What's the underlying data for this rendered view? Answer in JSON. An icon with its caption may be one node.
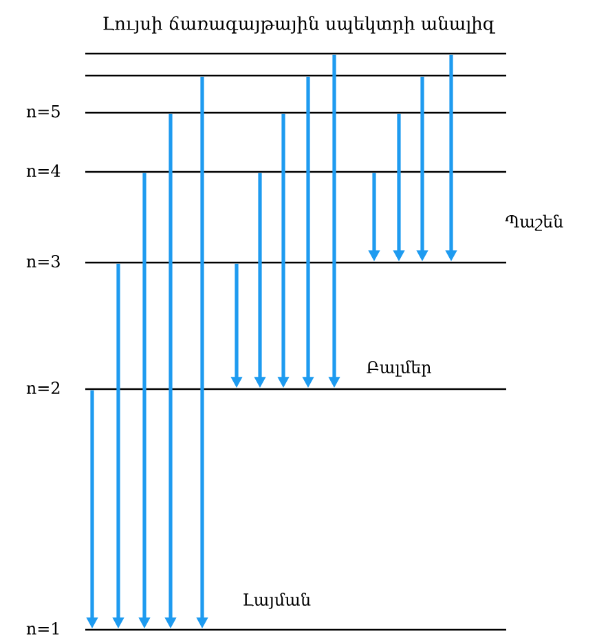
{
  "diagram": {
    "title": "Լույսի ճառագայթային սպեկտրի անալիզ",
    "nodes": [
      {
        "text": [],
        "shape": "bar"
      },
      {
        "text": [],
        "shape": "bar"
      },
      {
        "text": [
          "n=5"
        ]
      },
      {
        "text": [
          "n=4"
        ]
      },
      {
        "text": [
          "n=3"
        ]
      },
      {
        "text": [
          "n=2"
        ]
      },
      {
        "text": [
          "n=1"
        ]
      }
    ],
    "edges": [
      {
        "from": 5,
        "to": 6,
        "arrow": "to"
      },
      {
        "from": 4,
        "to": 6,
        "arrow": "to"
      },
      {
        "from": 3,
        "to": 6,
        "arrow": "to"
      },
      {
        "from": 2,
        "to": 6,
        "arrow": "to"
      },
      {
        "from": 1,
        "to": 6,
        "arrow": "to"
      },
      {
        "from": 4,
        "to": 5,
        "arrow": "to"
      },
      {
        "from": 3,
        "to": 5,
        "arrow": "to"
      },
      {
        "from": 2,
        "to": 5,
        "arrow": "to"
      },
      {
        "from": 1,
        "to": 5,
        "arrow": "to"
      },
      {
        "from": 0,
        "to": 5,
        "arrow": "to"
      },
      {
        "from": 3,
        "to": 4,
        "arrow": "to"
      },
      {
        "from": 2,
        "to": 4,
        "arrow": "to"
      },
      {
        "from": 1,
        "to": 4,
        "arrow": "to"
      },
      {
        "from": 0,
        "to": 4,
        "arrow": "to"
      }
    ],
    "labels": [
      "Պաշեն",
      "Բալմեր",
      "Լայման"
    ]
  }
}
